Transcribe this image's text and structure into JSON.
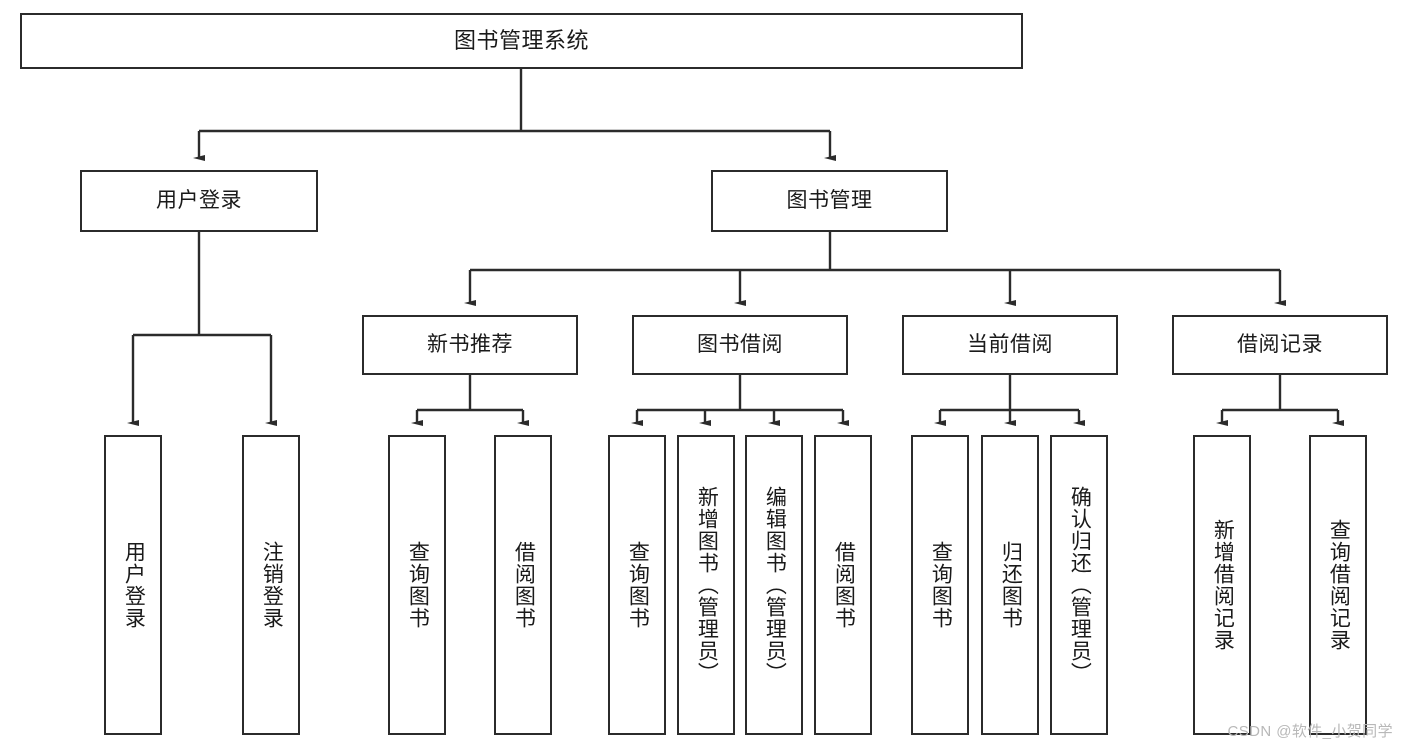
{
  "diagram": {
    "type": "hierarchy-tree",
    "orientation": "top-down",
    "root": {
      "label": "图书管理系统"
    },
    "level2": [
      {
        "label": "用户登录"
      },
      {
        "label": "图书管理"
      }
    ],
    "level3": [
      {
        "label": "新书推荐"
      },
      {
        "label": "图书借阅"
      },
      {
        "label": "当前借阅"
      },
      {
        "label": "借阅记录"
      }
    ],
    "leaves": {
      "user_login": [
        {
          "label": "用户登录"
        },
        {
          "label": "注销登录"
        }
      ],
      "new_book_recommend": [
        {
          "label": "查询图书"
        },
        {
          "label": "借阅图书"
        }
      ],
      "book_borrow": [
        {
          "label": "查询图书"
        },
        {
          "label": "新增图书（管理员）"
        },
        {
          "label": "编辑图书（管理员）"
        },
        {
          "label": "借阅图书"
        }
      ],
      "current_borrow": [
        {
          "label": "查询图书"
        },
        {
          "label": "归还图书"
        },
        {
          "label": "确认归还（管理员）"
        }
      ],
      "borrow_record": [
        {
          "label": "新增借阅记录"
        },
        {
          "label": "查询借阅记录"
        }
      ]
    }
  },
  "watermark": {
    "text": "CSDN @软件_小贺同学"
  },
  "colors": {
    "stroke": "#2b2b2b",
    "box_fill": "#ffffff",
    "text": "#1a1a1a",
    "watermark": "#b8b8b8",
    "background": "#ffffff"
  }
}
